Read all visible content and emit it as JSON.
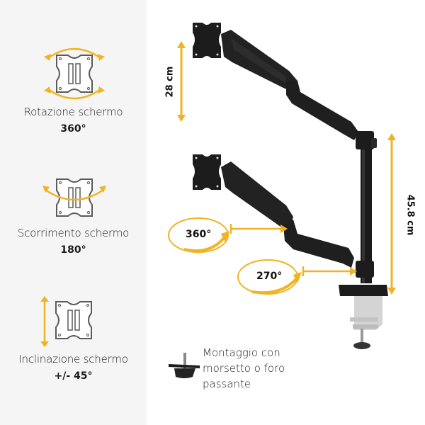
{
  "colors": {
    "accent": "#f0b323",
    "left_panel_bg": "#f5f5f5",
    "icon_gray": "#5a5a5a",
    "arm_black": "#1c1c1c"
  },
  "features": [
    {
      "label": "Rotazione schermo",
      "value": "360°",
      "icon": "rotation-icon"
    },
    {
      "label": "Scorrimento schermo",
      "value": "180°",
      "icon": "swivel-icon"
    },
    {
      "label": "Inclinazione schermo",
      "value": "+/- 45°",
      "icon": "tilt-icon"
    }
  ],
  "dimensions": {
    "top_arm_height": "28 cm",
    "pole_height": "45.8 cm"
  },
  "rotations": {
    "upper": "360°",
    "lower": "270°"
  },
  "mounting": {
    "line1": "Montaggio con",
    "line2": "morsetto o foro",
    "line3": "passante"
  }
}
